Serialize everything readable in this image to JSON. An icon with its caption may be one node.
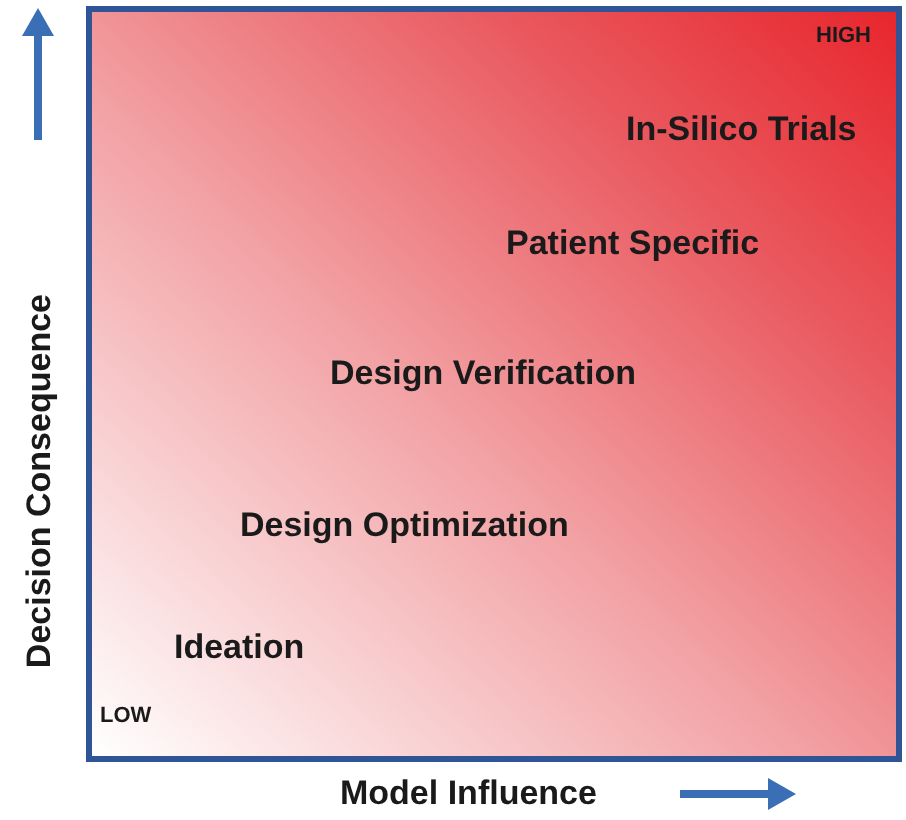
{
  "diagram": {
    "labels": [
      "HIGH",
      "In-Silico Trials",
      "Patient Specific",
      "Design Verification",
      "Design Optimization",
      "Ideation",
      "LOW",
      "Decision Consequence",
      "Model Influence"
    ]
  }
}
